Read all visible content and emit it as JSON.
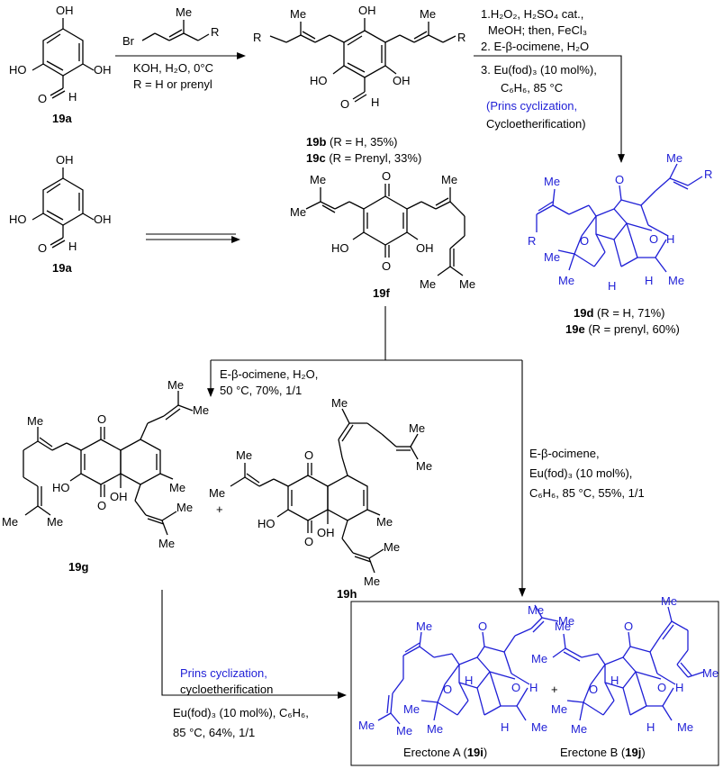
{
  "compounds": {
    "c19a": {
      "label": "19a",
      "oh_top": "OH",
      "oh_left": "HO",
      "oh_right": "OH",
      "aldehyde": "O",
      "h": "H"
    },
    "c19a_2": {
      "label": "19a",
      "oh_top": "OH",
      "oh_left": "HO",
      "oh_right": "OH",
      "aldehyde": "O",
      "h": "H"
    },
    "c19bc": {
      "label_b": "19b",
      "text_b": " (R = H, 35%)",
      "label_c": "19c",
      "text_c": " (R = Prenyl, 33%)",
      "oh_top": "OH",
      "ho": "HO",
      "oh": "OH",
      "o": "O",
      "h": "H",
      "r": "R",
      "me": "Me"
    },
    "c19de": {
      "label_d": "19d",
      "text_d": " (R = H, 71%)",
      "label_e": "19e",
      "text_e": " (R = prenyl, 60%)",
      "r": "R",
      "me": "Me",
      "o": "O",
      "h": "H"
    },
    "c19f": {
      "label": "19f",
      "o": "O",
      "ho": "HO",
      "oh": "OH",
      "me": "Me"
    },
    "c19g": {
      "label": "19g",
      "o": "O",
      "ho": "HO",
      "oh": "OH",
      "me": "Me"
    },
    "c19h": {
      "label": "19h",
      "o": "O",
      "ho": "HO",
      "oh": "OH",
      "me": "Me"
    },
    "c19i": {
      "caption_name": "Erectone A (",
      "caption_label": "19i",
      "caption_close": ")",
      "me": "Me",
      "o": "O",
      "h": "H"
    },
    "c19j": {
      "caption_name": "Erectone B (",
      "caption_label": "19j",
      "caption_close": ")",
      "me": "Me",
      "o": "O",
      "h": "H"
    }
  },
  "reagent": {
    "br": "Br",
    "r": "R",
    "me": "Me"
  },
  "conditions": {
    "a1_line1": "KOH, H₂O, 0°C",
    "a1_line2": "R = H or prenyl",
    "a2_line1": "1.H₂O₂, H₂SO₄ cat.,",
    "a2_line2": "MeOH; then, FeCl₃",
    "a2_line3": "2. E-β-ocimene, H₂O",
    "a2_line4": "3. Eu(fod)₃ (10 mol%),",
    "a2_line5": "C₆H₆, 85 °C",
    "a2_line6": "(Prins cyclization,",
    "a2_line7": "Cycloetherification)",
    "a4_line1": "E-β-ocimene, H₂O,",
    "a4_line2": "50 °C, 70%, 1/1",
    "a5_line1": "E-β-ocimene,",
    "a5_line2": "Eu(fod)₃ (10 mol%),",
    "a5_line3": "C₆H₆, 85 °C, 55%, 1/1",
    "a6_line1": "Prins cyclization,",
    "a6_line2": "cycloetherification",
    "a6_line3": "Eu(fod)₃ (10 mol%), C₆H₆,",
    "a6_line4": "85 °C, 64%, 1/1"
  },
  "plus_1": "+",
  "plus_2": "+",
  "colors": {
    "product": "#1f1fd6",
    "text": "#000000"
  }
}
